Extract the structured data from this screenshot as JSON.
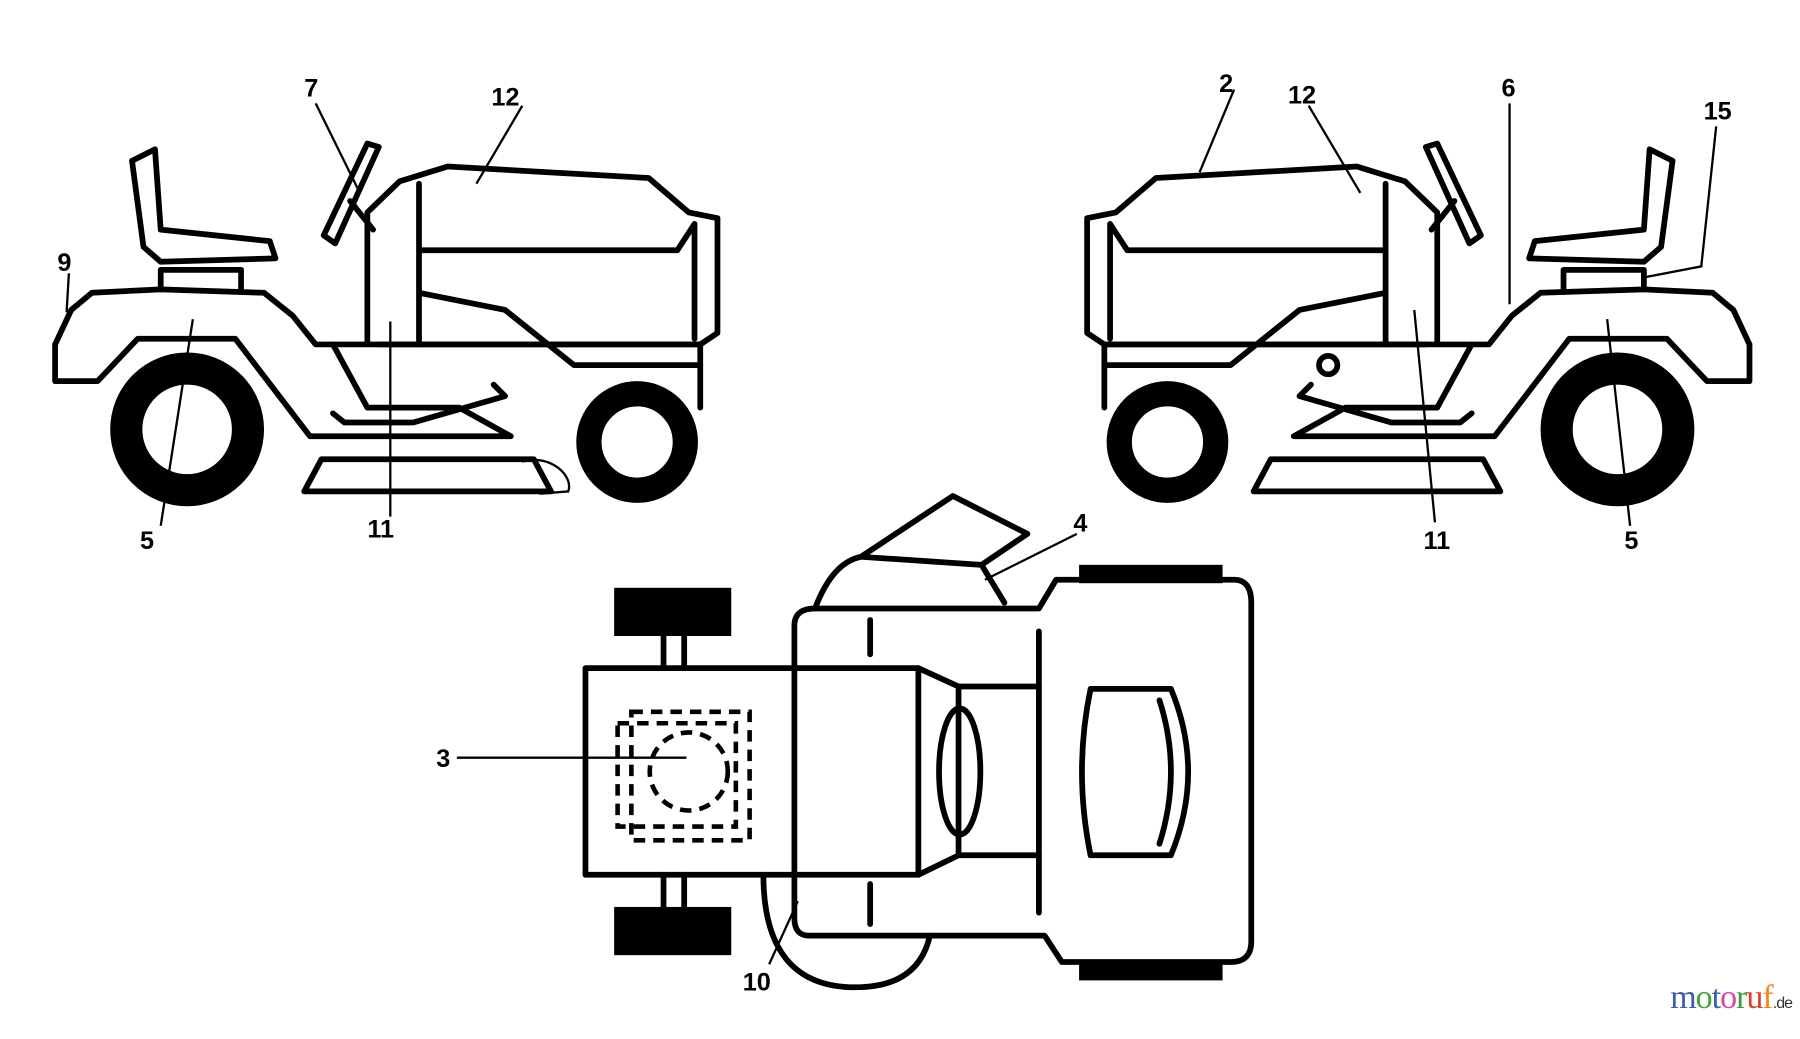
{
  "diagram": {
    "left_view_callouts": [
      "7",
      "12",
      "9",
      "5",
      "11"
    ],
    "right_view_callouts": [
      "2",
      "12",
      "6",
      "15",
      "11",
      "5"
    ],
    "top_view_callouts": [
      "4",
      "3",
      "10"
    ]
  },
  "watermark": {
    "text": "motoruf",
    "suffix": ".de",
    "letter_colors": [
      "#3a5fa8",
      "#4aa13c",
      "#3a5fa8",
      "#e0449a",
      "#3a9b3a",
      "#d9402b",
      "#f08a1c",
      "#f2b91a"
    ]
  }
}
